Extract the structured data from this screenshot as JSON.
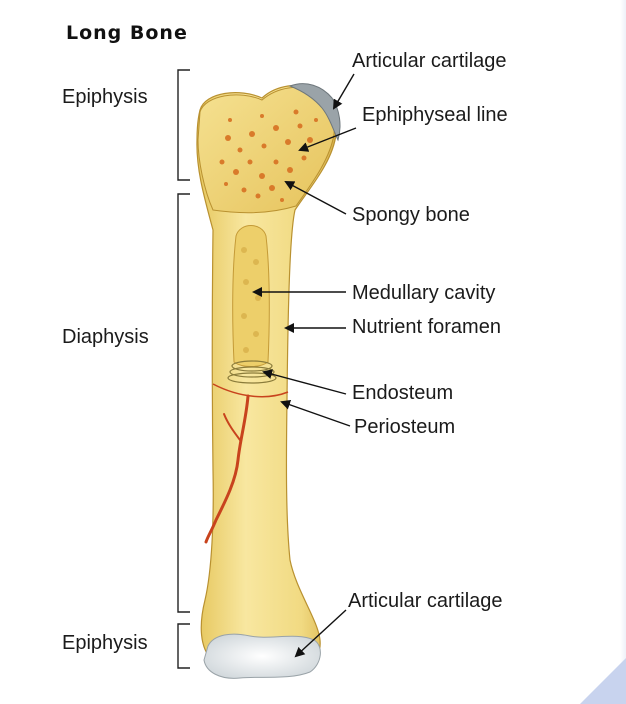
{
  "diagram": {
    "title": "Long Bone",
    "regions": {
      "epiphysis_top": "Epiphysis",
      "diaphysis": "Diaphysis",
      "epiphysis_bottom": "Epiphysis"
    },
    "labels": {
      "articular_cartilage_top": "Articular cartilage",
      "epiphyseal_line": "Ephiphyseal line",
      "spongy_bone": "Spongy bone",
      "medullary_cavity": "Medullary cavity",
      "nutrient_foramen": "Nutrient foramen",
      "endosteum": "Endosteum",
      "periosteum": "Periosteum",
      "articular_cartilage_bottom": "Articular cartilage"
    },
    "colors": {
      "bone_fill": "#f3e08a",
      "bone_shade": "#e1c259",
      "spongy_dots": "#d97a2a",
      "cartilage": "#e9edef",
      "artery": "#c8431d",
      "label_text": "#1b1b1b"
    }
  }
}
